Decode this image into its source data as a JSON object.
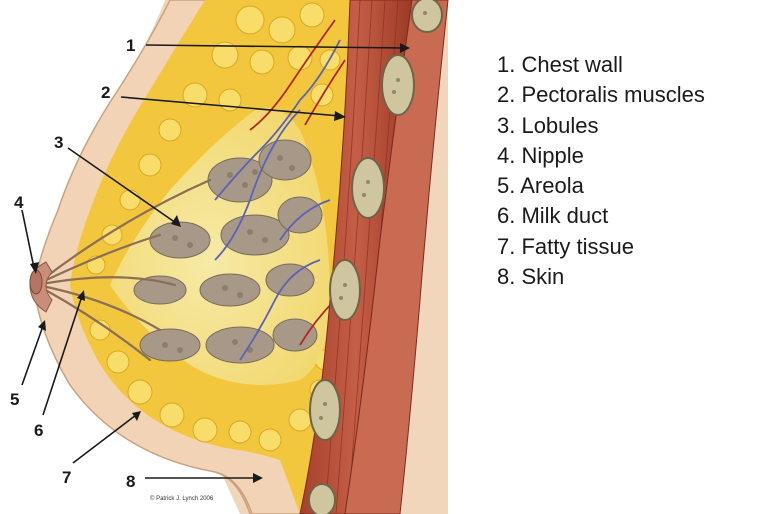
{
  "callouts": [
    {
      "number": "1",
      "label": "Chest wall"
    },
    {
      "number": "2",
      "label": "Pectoralis muscles"
    },
    {
      "number": "3",
      "label": "Lobules"
    },
    {
      "number": "4",
      "label": "Nipple"
    },
    {
      "number": "5",
      "label": "Areola"
    },
    {
      "number": "6",
      "label": "Milk duct"
    },
    {
      "number": "7",
      "label": "Fatty tissue"
    },
    {
      "number": "8",
      "label": "Skin"
    }
  ],
  "legend": [
    "1. Chest wall",
    "2. Pectoralis muscles",
    "3. Lobules",
    "4. Nipple",
    "5. Areola",
    "6. Milk duct",
    "7. Fatty tissue",
    "8. Skin"
  ],
  "credit": "© Patrick J. Lynch 2006",
  "colors": {
    "skin": "#f1d6bc",
    "fat": "#f2c73e",
    "fat_light": "#f8e07a",
    "lobule": "#a89888",
    "muscle": "#b8503a",
    "muscle_dark": "#8c3423",
    "rib": "#c9c09a",
    "artery": "#b3261e",
    "vein": "#5a63b8"
  }
}
